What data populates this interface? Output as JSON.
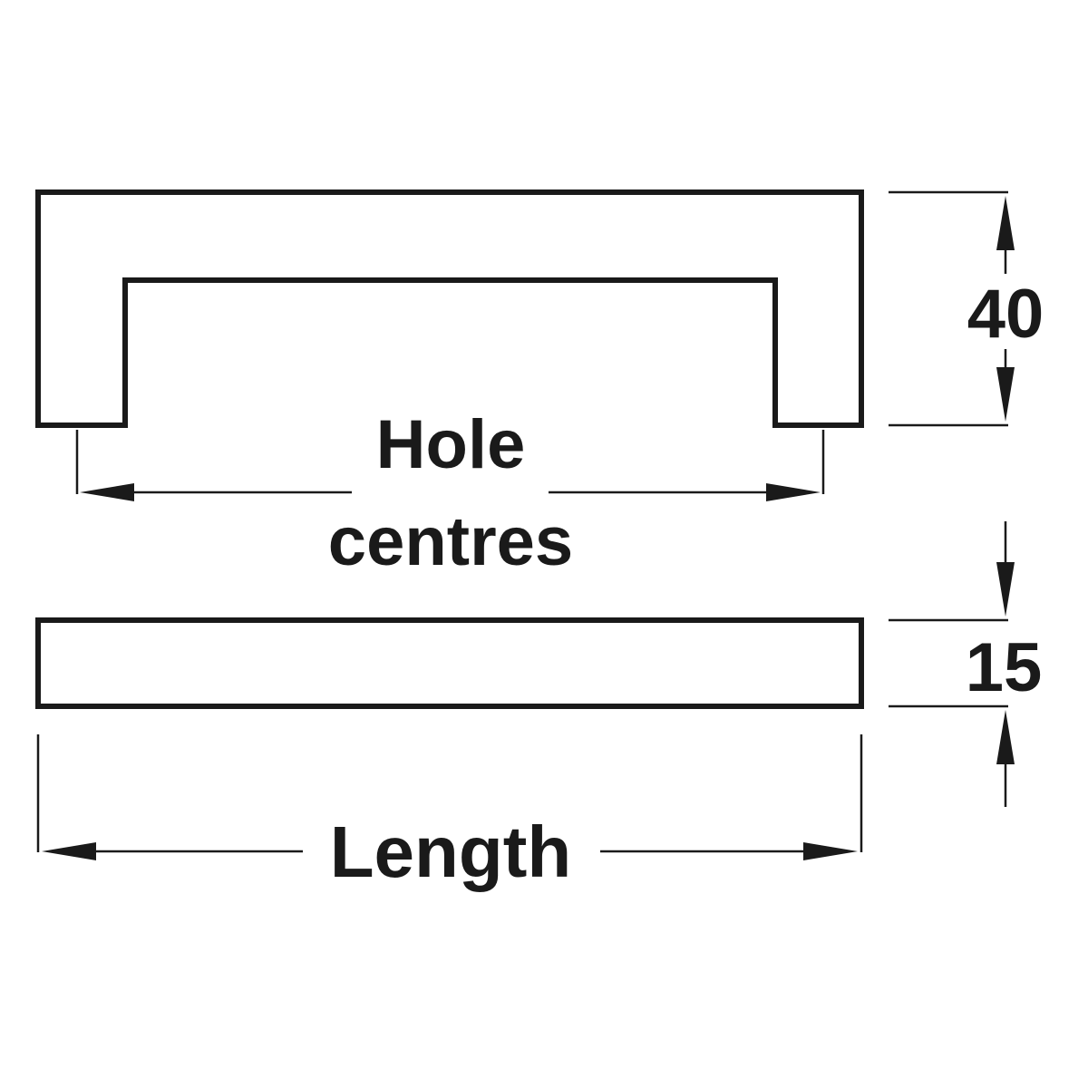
{
  "diagram": {
    "labels": {
      "hole_line1": "Hole",
      "hole_line2": "centres",
      "length": "Length",
      "height": "40",
      "depth": "15"
    },
    "colors": {
      "line": "#1a1a1a",
      "background": "#ffffff"
    }
  }
}
